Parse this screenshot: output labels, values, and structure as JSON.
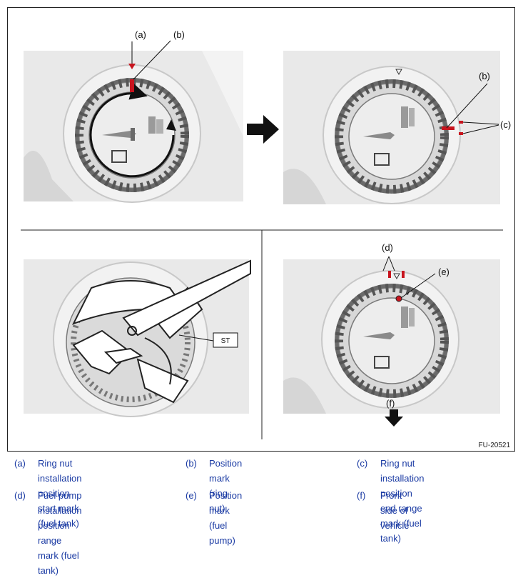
{
  "figure": {
    "figure_id": "FU-20521",
    "callouts": {
      "a": "(a)",
      "b": "(b)",
      "c": "(c)",
      "d": "(d)",
      "e": "(e)",
      "f": "(f)",
      "st": "ST"
    },
    "colors": {
      "mark_red": "#c8141e",
      "ring_dark": "#5a5a5a",
      "ring_light": "#dcdcdc",
      "photo_bg": "#e9e9e9",
      "legend_text": "#1a3aa3"
    },
    "icons": [
      "rotation-arrow-icon",
      "next-step-arrow-icon",
      "front-direction-arrow-icon"
    ]
  },
  "legend": [
    {
      "label": "(a)",
      "text": [
        "Ring nut installation position",
        "start mark (fuel tank)"
      ]
    },
    {
      "label": "(b)",
      "text": [
        "Position mark (ring nut)"
      ]
    },
    {
      "label": "(c)",
      "text": [
        "Ring nut installation position",
        "end range mark (fuel tank)"
      ]
    },
    {
      "label": "(d)",
      "text": [
        "Fuel pump installation",
        "position range mark (fuel",
        "tank)"
      ]
    },
    {
      "label": "(e)",
      "text": [
        "Position mark (fuel pump)"
      ]
    },
    {
      "label": "(f)",
      "text": [
        "Front side of vehicle"
      ]
    }
  ]
}
